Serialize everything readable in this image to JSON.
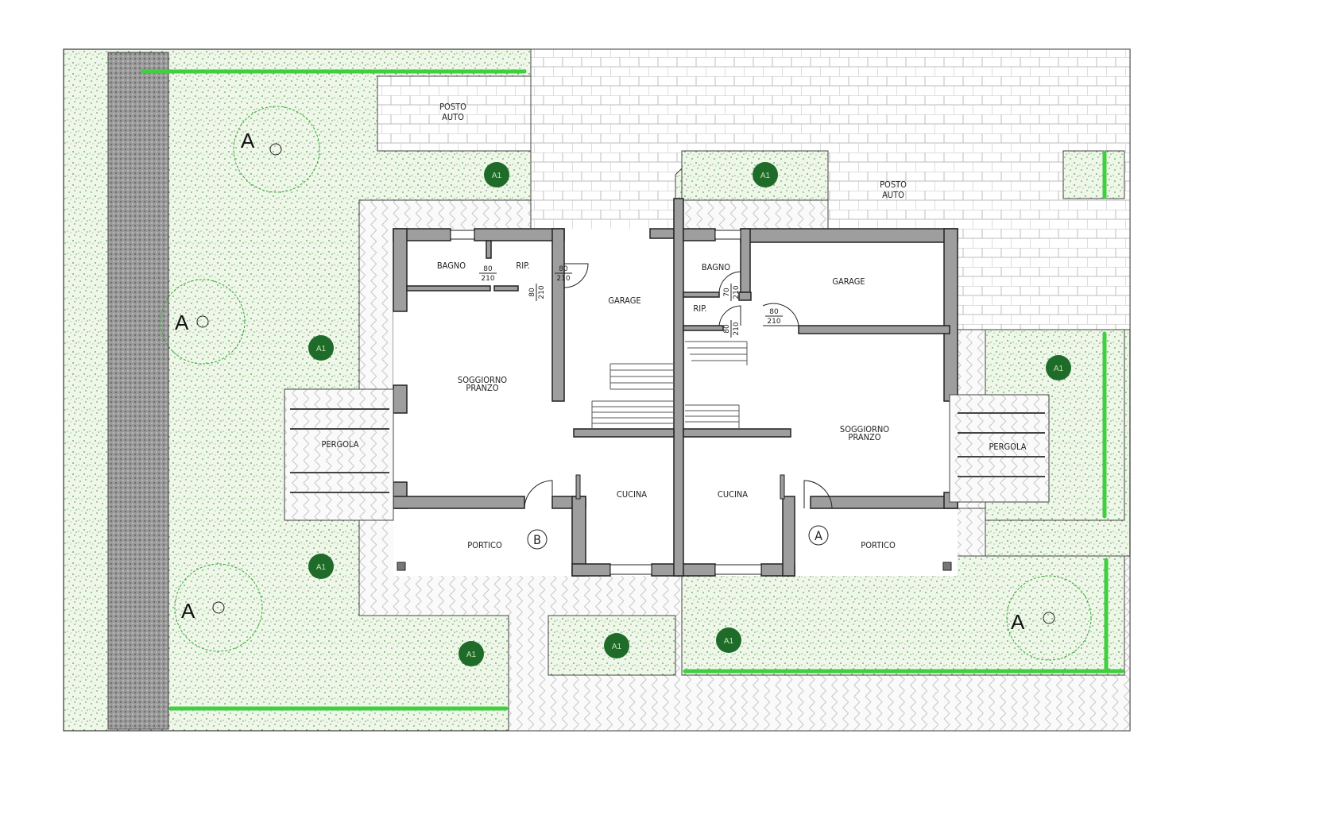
{
  "plan": {
    "parking_left": [
      "POSTO",
      "AUTO"
    ],
    "parking_right": [
      "POSTO",
      "AUTO"
    ],
    "unit_left": {
      "bathroom": "BAGNO",
      "storage": "RIP.",
      "garage": "GARAGE",
      "living": [
        "SOGGIORNO",
        "PRANZO"
      ],
      "kitchen": "CUCINA",
      "pergola": "PERGOLA",
      "porch": "PORTICO",
      "entrance_marker": "B",
      "doors": [
        {
          "width": "80",
          "height": "210"
        },
        {
          "width": "80",
          "height": "210"
        },
        {
          "width": "80",
          "height": "210"
        }
      ]
    },
    "unit_right": {
      "bathroom": "BAGNO",
      "storage": "RIP.",
      "garage": "GARAGE",
      "living": [
        "SOGGIORNO",
        "PRANZO"
      ],
      "kitchen": "CUCINA",
      "pergola": "PERGOLA",
      "porch": "PORTICO",
      "entrance_marker": "A",
      "doors": [
        {
          "width": "70",
          "height": "210"
        },
        {
          "width": "80",
          "height": "210"
        },
        {
          "width": "80",
          "height": "210"
        }
      ]
    },
    "tree_label": "A",
    "shrub_label": "A1",
    "colors": {
      "lawn": "#eef7e8",
      "lawn_speckle": "#5aa85a",
      "hedge": "#3fcf3f",
      "wall": "#9e9e9e",
      "paving_line": "#bdbdbd",
      "shrub": "#1f6b2a",
      "gravel": "#8a8a8a"
    }
  }
}
